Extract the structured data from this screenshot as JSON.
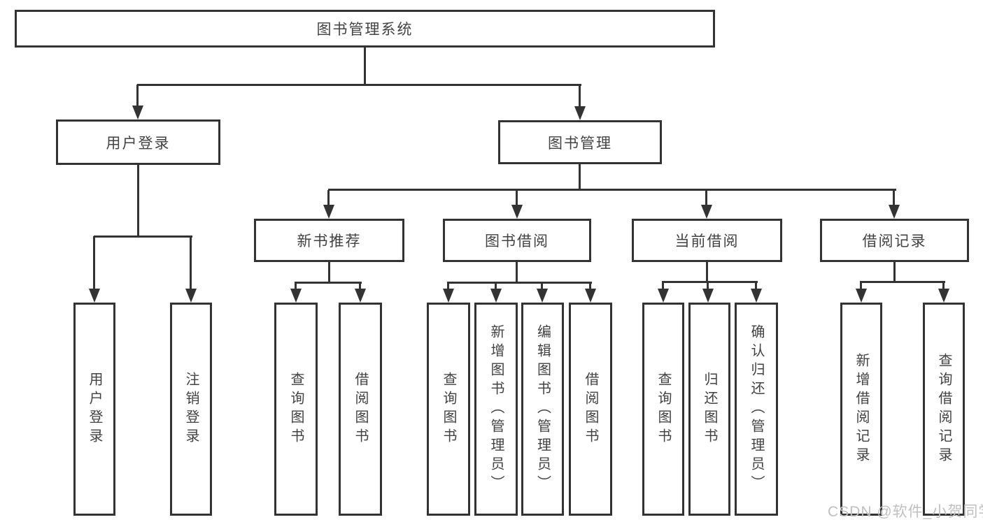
{
  "nodes": {
    "root": "图书管理系统",
    "user_login": "用户登录",
    "book_mgmt": "图书管理",
    "new_book": "新书推荐",
    "book_borrow": "图书借阅",
    "current_borrow": "当前借阅",
    "borrow_records": "借阅记录"
  },
  "leaves": {
    "user_login": [
      "用户登录",
      "注销登录"
    ],
    "new_book": [
      "查询图书",
      "借阅图书"
    ],
    "book_borrow": [
      "查询图书",
      "新增图书（管理员）",
      "编辑图书（管理员）",
      "借阅图书"
    ],
    "current_borrow": [
      "查询图书",
      "归还图书",
      "确认归还（管理员）"
    ],
    "borrow_records": [
      "新增借阅记录",
      "查询借阅记录"
    ]
  },
  "watermark": "CSDN @软件_小贺同学",
  "colors": {
    "line": "#333333",
    "text": "#424242",
    "background": "#ffffff",
    "watermark": "#c0c0c0"
  }
}
